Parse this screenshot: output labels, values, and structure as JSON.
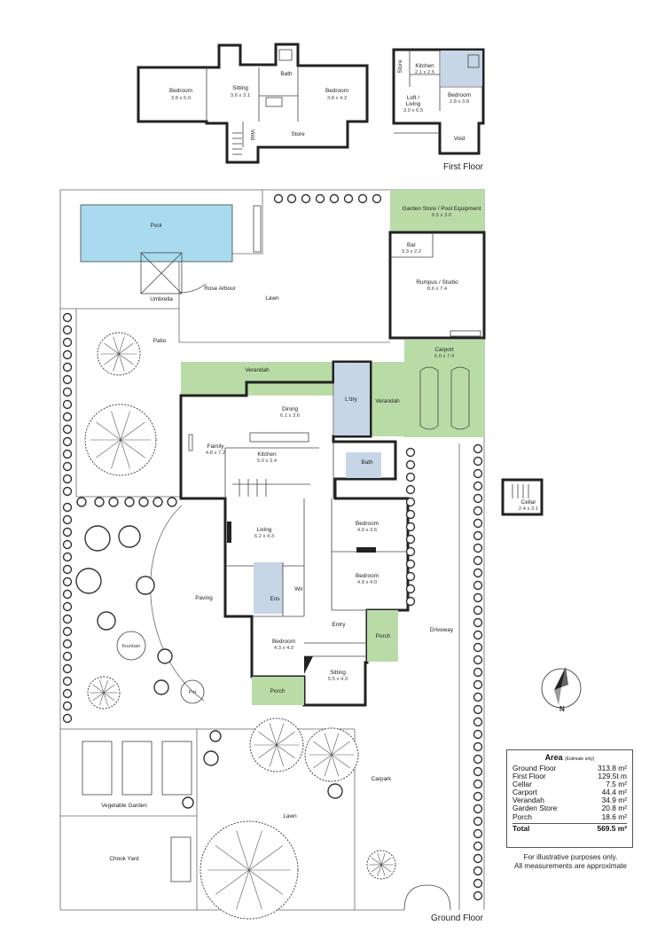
{
  "titles": {
    "first_floor": "First Floor",
    "ground_floor": "Ground Floor"
  },
  "first_floor_rooms": {
    "bedroom_left": {
      "name": "Bedroom",
      "dims": "3.8 x 5.0"
    },
    "sitting": {
      "name": "Sitting",
      "dims": "3.6 x 3.1"
    },
    "bath": {
      "name": "Bath"
    },
    "bedroom_right": {
      "name": "Bedroom",
      "dims": "3.8 x 4.3"
    },
    "store": {
      "name": "Store"
    },
    "void": {
      "name": "Void"
    },
    "store_v": {
      "name": "Store"
    },
    "kitchen": {
      "name": "Kitchen",
      "dims": "2.1 x 2.5"
    },
    "loft_line1": "Loft /",
    "loft_line2": "Living",
    "loft_dims": "3.0 x 6.5",
    "bedroom_small": {
      "name": "Bedroom",
      "dims": "2.8 x 3.8"
    },
    "void2": {
      "name": "Void"
    }
  },
  "ground_rooms": {
    "pool": {
      "name": "Pool"
    },
    "umbrella": {
      "name": "Umbrella"
    },
    "rose_arbour": {
      "name": "Rose Arbour"
    },
    "lawn_top": {
      "name": "Lawn"
    },
    "garden_store": {
      "name": "Garden Store / Pool Equipment",
      "dims": "6.5 x 3.0"
    },
    "bar": {
      "name": "Bar",
      "dims": "3.3 x 2.2"
    },
    "rumpus": {
      "name": "Rumpus / Studio",
      "dims": "8.6 x 7.4"
    },
    "patio": {
      "name": "Patio"
    },
    "verandah_top": {
      "name": "Verandah"
    },
    "carport": {
      "name": "Carport",
      "dims": "6.0 x 7.4"
    },
    "dining": {
      "name": "Dining",
      "dims": "6.1 x 3.6"
    },
    "ldry": {
      "name": "L'dry"
    },
    "verandah_side": {
      "name": "Verandah"
    },
    "family": {
      "name": "Family",
      "dims": "4.8 x 7.2"
    },
    "kitchen": {
      "name": "Kitchen",
      "dims": "5.0 x 3.4"
    },
    "bath": {
      "name": "Bath"
    },
    "cellar": {
      "name": "Cellar",
      "dims": "2.4 x 3.1"
    },
    "living": {
      "name": "Living",
      "dims": "6.2 x 4.3"
    },
    "bedroom1": {
      "name": "Bedroom",
      "dims": "4.9 x 3.6"
    },
    "bedroom2": {
      "name": "Bedroom",
      "dims": "4.9 x 4.0"
    },
    "ens": {
      "name": "Ens"
    },
    "wir": {
      "name": "Wir"
    },
    "paving": {
      "name": "Paving"
    },
    "entry": {
      "name": "Entry"
    },
    "porch_right": {
      "name": "Porch"
    },
    "driveway": {
      "name": "Driveway"
    },
    "bedroom3": {
      "name": "Bedroom",
      "dims": "4.3 x 4.0"
    },
    "sitting": {
      "name": "Sitting",
      "dims": "5.5 x 4.3"
    },
    "porch_left": {
      "name": "Porch"
    },
    "fountain": {
      "name": "fountain"
    },
    "pot": {
      "name": "Pot"
    },
    "vegetable_garden": {
      "name": "Vegetable Garden"
    },
    "carpark": {
      "name": "Carpark"
    },
    "lawn_bottom": {
      "name": "Lawn"
    },
    "chook_yard": {
      "name": "Chook Yard"
    }
  },
  "compass": {
    "label": "N"
  },
  "area": {
    "title": "Area",
    "subtitle": "(Estimate only)",
    "rows": [
      {
        "label": "Ground Floor",
        "value": "313.8 m²"
      },
      {
        "label": "First Floor",
        "value": "129.5t m"
      },
      {
        "label": "Cellar",
        "value": "7.5 m²"
      },
      {
        "label": "Carport",
        "value": "44.4 m²"
      },
      {
        "label": "Verandah",
        "value": "34.9 m²"
      },
      {
        "label": "Garden Store",
        "value": "20.8 m²"
      },
      {
        "label": "Porch",
        "value": "18.6 m²"
      }
    ],
    "total": {
      "label": "Total",
      "value": "569.5 m²"
    }
  },
  "disclaimer": {
    "line1": "For illustrative purposes only.",
    "line2": "All measurements are approximate"
  },
  "colors": {
    "green_space": "#b9dca7",
    "wet_area": "#c7d6e6",
    "pool": "#a8dbef",
    "walls": "#222222"
  }
}
